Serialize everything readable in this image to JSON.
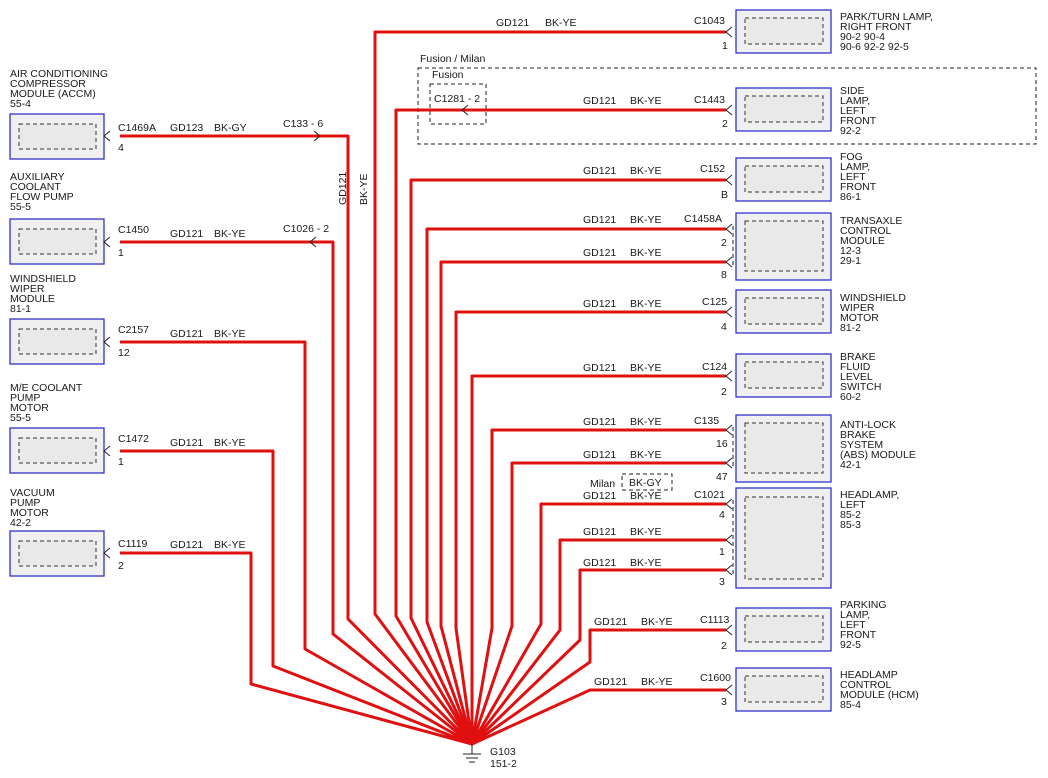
{
  "ground": {
    "name": "G103",
    "ref": "151-2"
  },
  "left_components": [
    {
      "name_lines": [
        "AIR CONDITIONING",
        "COMPRESSOR",
        "MODULE (ACCM)",
        "55-4"
      ],
      "connector": "C1469A",
      "pin": "4",
      "circuit": "GD123",
      "color": "BK-GY",
      "inline_connector": "C133 - 6"
    },
    {
      "name_lines": [
        "AUXILIARY",
        "COOLANT",
        "FLOW PUMP",
        "55-5"
      ],
      "connector": "C1450",
      "pin": "1",
      "circuit": "GD121",
      "color": "BK-YE",
      "inline_connector": "C1026 - 2"
    },
    {
      "name_lines": [
        "WINDSHIELD",
        "WIPER",
        "MODULE",
        "81-1"
      ],
      "connector": "C2157",
      "pin": "12",
      "circuit": "GD121",
      "color": "BK-YE"
    },
    {
      "name_lines": [
        "M/E COOLANT",
        "PUMP",
        "MOTOR",
        "55-5"
      ],
      "connector": "C1472",
      "pin": "1",
      "circuit": "GD121",
      "color": "BK-YE"
    },
    {
      "name_lines": [
        "VACUUM",
        "PUMP",
        "MOTOR",
        "42-2"
      ],
      "connector": "C1119",
      "pin": "2",
      "circuit": "GD121",
      "color": "BK-YE"
    }
  ],
  "vertical_labels": {
    "circuit": "GD121",
    "color": "BK-YE"
  },
  "fusion_milan": {
    "outer_label": "Fusion / Milan",
    "inner_label": "Fusion",
    "splice": "C1281 - 2"
  },
  "milan_note": {
    "label": "Milan",
    "color": "BK-GY"
  },
  "right_components": [
    {
      "name_lines": [
        "PARK/TURN LAMP,",
        "RIGHT FRONT",
        "90-2   90-4",
        "90-6   92-2   92-5"
      ],
      "connector": "C1043",
      "pins": [
        "1"
      ],
      "circuit": "GD121",
      "color": "BK-YE"
    },
    {
      "name_lines": [
        "SIDE",
        "LAMP,",
        "LEFT",
        "FRONT",
        "92-2"
      ],
      "connector": "C1443",
      "pins": [
        "2"
      ],
      "circuit": "GD121",
      "color": "BK-YE"
    },
    {
      "name_lines": [
        "FOG",
        "LAMP,",
        "LEFT",
        "FRONT",
        "86-1"
      ],
      "connector": "C152",
      "pins": [
        "B"
      ],
      "circuit": "GD121",
      "color": "BK-YE"
    },
    {
      "name_lines": [
        "TRANSAXLE",
        "CONTROL",
        "MODULE",
        "12-3",
        "29-1"
      ],
      "connector": "C1458A",
      "pins": [
        "2",
        "8"
      ],
      "circuit": "GD121",
      "color": "BK-YE"
    },
    {
      "name_lines": [
        "WINDSHIELD",
        "WIPER",
        "MOTOR",
        "81-2"
      ],
      "connector": "C125",
      "pins": [
        "4"
      ],
      "circuit": "GD121",
      "color": "BK-YE"
    },
    {
      "name_lines": [
        "BRAKE",
        "FLUID",
        "LEVEL",
        "SWITCH",
        "60-2"
      ],
      "connector": "C124",
      "pins": [
        "2"
      ],
      "circuit": "GD121",
      "color": "BK-YE"
    },
    {
      "name_lines": [
        "ANTI-LOCK",
        "BRAKE",
        "SYSTEM",
        "(ABS) MODULE",
        "42-1"
      ],
      "connector": "C135",
      "pins": [
        "16",
        "47"
      ],
      "circuit": "GD121",
      "color": "BK-YE"
    },
    {
      "name_lines": [
        "HEADLAMP,",
        "LEFT",
        "85-2",
        "85-3"
      ],
      "connector": "C1021",
      "pins": [
        "4",
        "1",
        "3"
      ],
      "circuit": "GD121",
      "color": "BK-YE"
    },
    {
      "name_lines": [
        "PARKING",
        "LAMP,",
        "LEFT",
        "FRONT",
        "92-5"
      ],
      "connector": "C1113",
      "pins": [
        "2"
      ],
      "circuit": "GD121",
      "color": "BK-YE"
    },
    {
      "name_lines": [
        "HEADLAMP",
        "CONTROL",
        "MODULE (HCM)",
        "85-4"
      ],
      "connector": "C1600",
      "pins": [
        "3"
      ],
      "circuit": "GD121",
      "color": "BK-YE"
    }
  ]
}
